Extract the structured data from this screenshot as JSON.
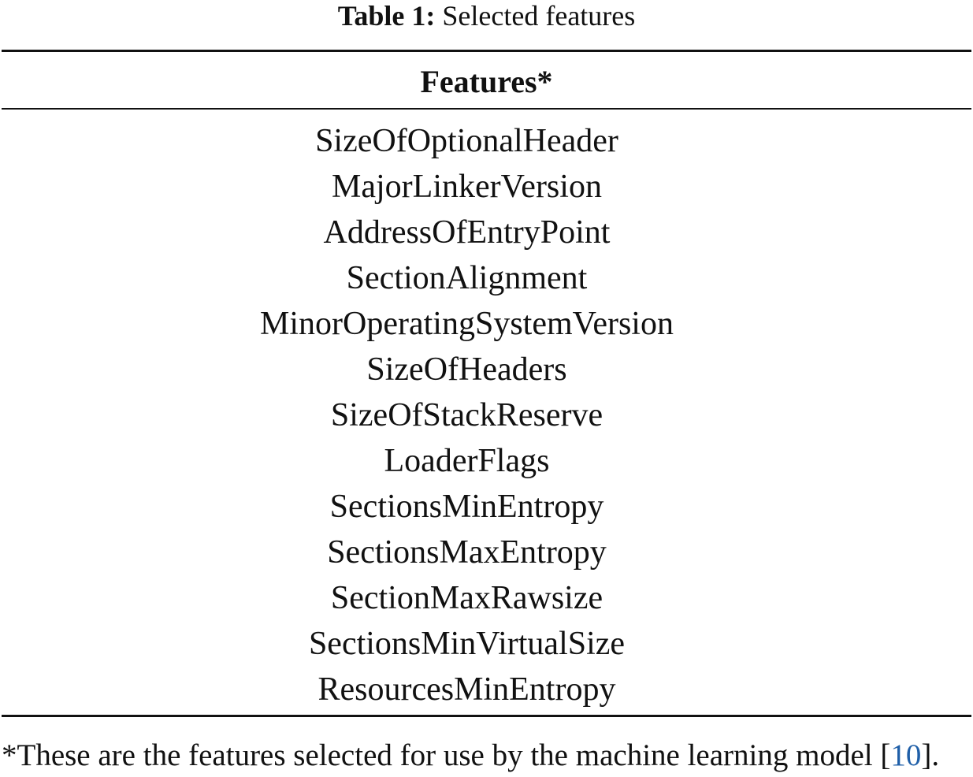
{
  "caption": {
    "label": "Table 1:",
    "text": "Selected features"
  },
  "table": {
    "header": "Features*",
    "rows": [
      "SizeOfOptionalHeader",
      "MajorLinkerVersion",
      "AddressOfEntryPoint",
      "SectionAlignment",
      "MinorOperatingSystemVersion",
      "SizeOfHeaders",
      "SizeOfStackReserve",
      "LoaderFlags",
      "SectionsMinEntropy",
      "SectionsMaxEntropy",
      "SectionMaxRawsize",
      "SectionsMinVirtualSize",
      "ResourcesMinEntropy"
    ]
  },
  "footnote": {
    "text_before": "*These are the features selected for use by the machine learning model [",
    "ref": "10",
    "text_after": "]."
  },
  "colors": {
    "text": "#111111",
    "link": "#1f5fa8"
  }
}
